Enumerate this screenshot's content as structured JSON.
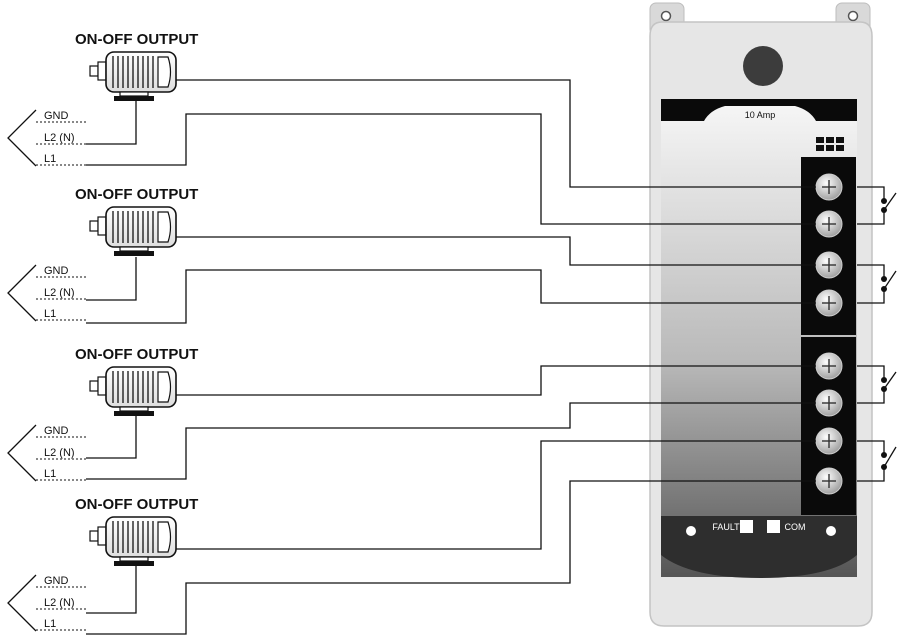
{
  "outputs": [
    {
      "title": "ON-OFF OUTPUT",
      "gnd": "GND",
      "neutral": "L2 (N)",
      "line": "L1"
    },
    {
      "title": "ON-OFF OUTPUT",
      "gnd": "GND",
      "neutral": "L2 (N)",
      "line": "L1"
    },
    {
      "title": "ON-OFF OUTPUT",
      "gnd": "GND",
      "neutral": "L2 (N)",
      "line": "L1"
    },
    {
      "title": "ON-OFF OUTPUT",
      "gnd": "GND",
      "neutral": "L2 (N)",
      "line": "L1"
    }
  ],
  "device": {
    "rating": "10 Amp",
    "fault_label": "FAULT",
    "com_label": "COM",
    "terminal_count": 8
  },
  "colors": {
    "ink": "#111111",
    "housing": "#e6e6e6",
    "terminal_strip": "#0a0a0a"
  }
}
